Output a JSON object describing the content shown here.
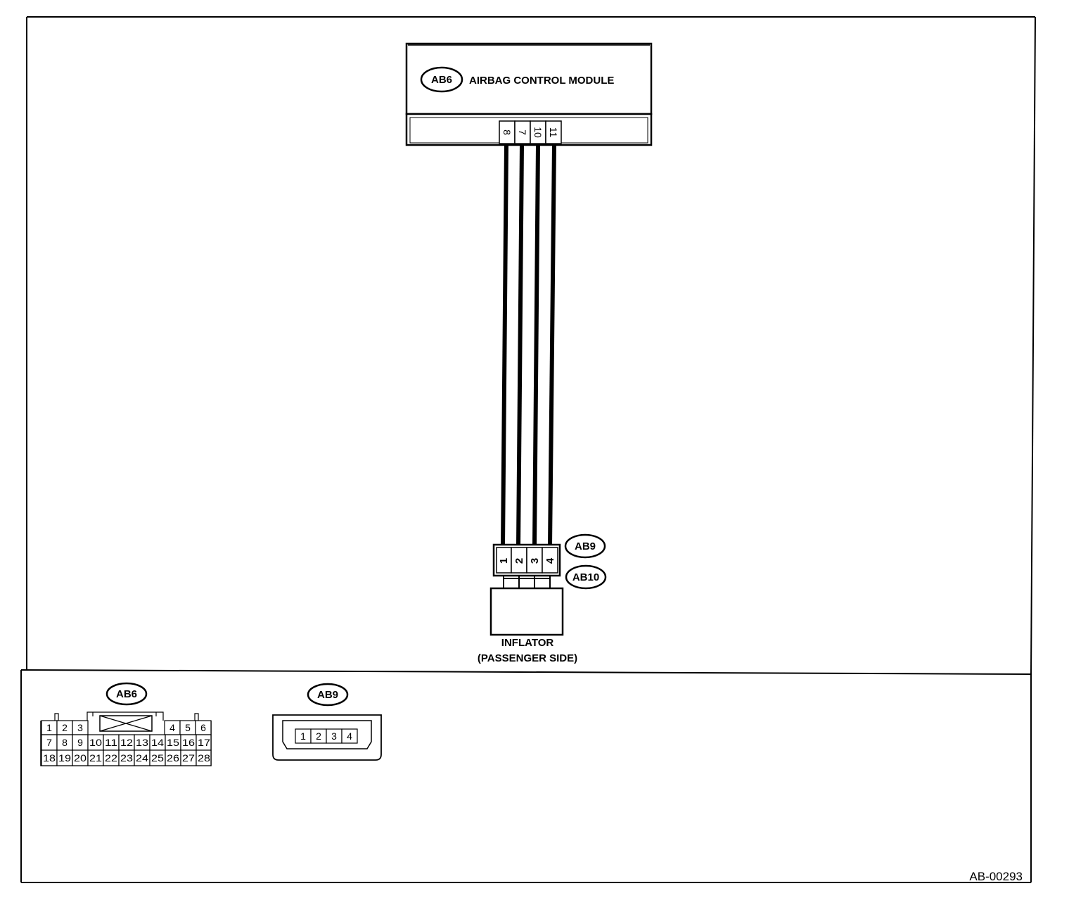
{
  "module": {
    "id": "AB6",
    "name": "AIRBAG CONTROL MODULE",
    "pins": [
      "8",
      "7",
      "10",
      "11"
    ]
  },
  "harness_connector": {
    "male_id": "AB9",
    "female_id": "AB10",
    "pins": [
      "1",
      "2",
      "3",
      "4"
    ]
  },
  "inflator": {
    "line1": "INFLATOR",
    "line2": "(PASSENGER SIDE)"
  },
  "connector_views": {
    "ab6": {
      "id": "AB6",
      "row1_left": [
        "1",
        "2",
        "3"
      ],
      "row1_right": [
        "4",
        "5",
        "6"
      ],
      "row2": [
        "7",
        "8",
        "9",
        "10",
        "11",
        "12",
        "13",
        "14",
        "15",
        "16",
        "17"
      ],
      "row3": [
        "18",
        "19",
        "20",
        "21",
        "22",
        "23",
        "24",
        "25",
        "26",
        "27",
        "28"
      ]
    },
    "ab9": {
      "id": "AB9",
      "pins": [
        "1",
        "2",
        "3",
        "4"
      ]
    }
  },
  "figure_code": "AB-00293",
  "colors": {
    "ink": "#000000",
    "paper": "#ffffff"
  }
}
